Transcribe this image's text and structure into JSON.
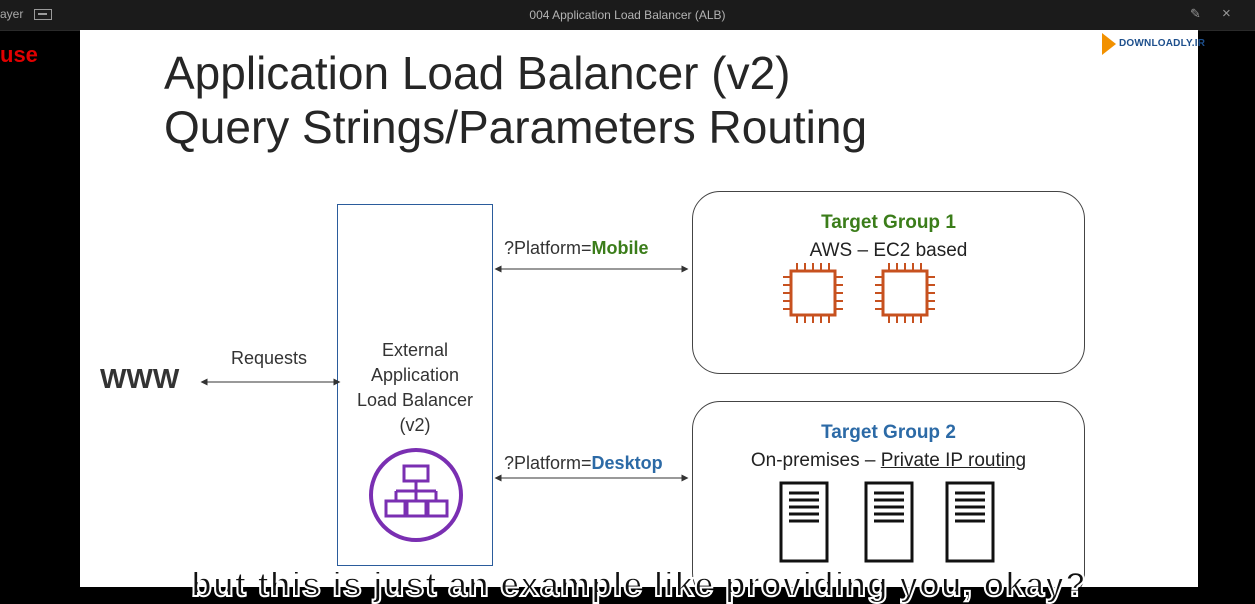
{
  "window": {
    "left_label": "ayer",
    "title": "004 Application Load Balancer (ALB)"
  },
  "side": {
    "text": "use"
  },
  "logo": {
    "text": "DOWNLOADLY.IR"
  },
  "slide": {
    "title_line1": "Application Load Balancer (v2)",
    "title_line2": "Query Strings/Parameters Routing",
    "www": "WWW",
    "requests": "Requests",
    "lb_label": [
      "External",
      "Application",
      "Load Balancer",
      "(v2)"
    ],
    "param1_prefix": "?Platform=",
    "param1_value": "Mobile",
    "param2_prefix": "?Platform=",
    "param2_value": "Desktop",
    "tg1": {
      "title": "Target Group 1",
      "subtitle": "AWS – EC2 based"
    },
    "tg2": {
      "title": "Target Group 2",
      "subtitle_prefix": "On-premises – ",
      "subtitle_link": "Private IP routing"
    }
  },
  "caption": {
    "text": "but this is just an example like providing you, okay?"
  },
  "colors": {
    "green": "#3b7d1a",
    "blue": "#2c6aa6",
    "ec2_orange": "#c7511f",
    "lb_purple": "#7a2fb2"
  }
}
